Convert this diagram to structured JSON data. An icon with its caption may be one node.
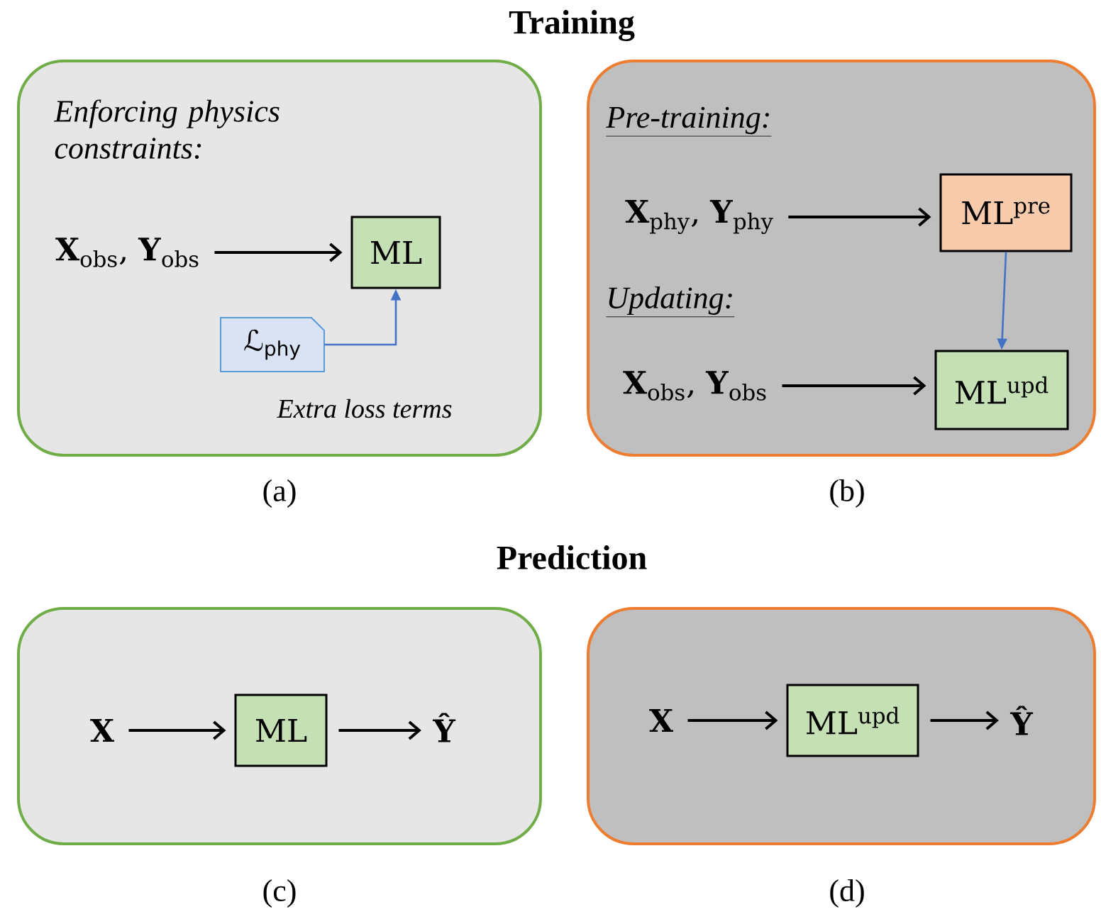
{
  "diagram": {
    "title": "Training",
    "nodes": [
      {
        "text": [
          "Enforcing physics constraints:"
        ],
        "beside": [
          "(a)"
        ]
      },
      {
        "text": [
          "**X**$_{obs}$, **Y**$_{obs}$"
        ],
        "in": 0
      },
      {
        "text": [
          "ML"
        ],
        "in": 0
      },
      {
        "text": [
          "ℒ$_{phy}$"
        ],
        "in": 0,
        "beside": [
          "Extra loss terms"
        ]
      },
      {
        "text": [
          "Pre-training:",
          "Updating:"
        ],
        "beside": [
          "(b)"
        ]
      },
      {
        "text": [
          "**X**$_{phy}$, **Y**$_{phy}$"
        ],
        "in": 4
      },
      {
        "text": [
          "ML$^{pre}$"
        ],
        "in": 4
      },
      {
        "text": [
          "**X**$_{obs}$, **Y**$_{obs}$"
        ],
        "in": 4
      },
      {
        "text": [
          "ML$^{upd}$"
        ],
        "in": 4
      },
      {
        "text": [],
        "shape": "box",
        "beside": [
          "(c)"
        ]
      },
      {
        "text": [
          "X"
        ],
        "in": 9
      },
      {
        "text": [
          "ML"
        ],
        "in": 9
      },
      {
        "text": [
          "Ŷ"
        ],
        "in": 9
      },
      {
        "text": [],
        "shape": "box",
        "beside": [
          "(d)"
        ]
      },
      {
        "text": [
          "X"
        ],
        "in": 13
      },
      {
        "text": [
          "ML$^{upd}$"
        ],
        "in": 13
      },
      {
        "text": [
          "Ŷ"
        ],
        "in": 13
      }
    ],
    "edges": [
      {
        "from": 1,
        "to": 2,
        "arrow": "to"
      },
      {
        "from": 3,
        "to": 2,
        "arrow": "to",
        "color": "#4472c4"
      },
      {
        "from": 5,
        "to": 6,
        "arrow": "to"
      },
      {
        "from": 6,
        "to": 8,
        "arrow": "to",
        "color": "#4472c4"
      },
      {
        "from": 7,
        "to": 8,
        "arrow": "to"
      },
      {
        "from": 10,
        "to": 11,
        "arrow": "to"
      },
      {
        "from": 11,
        "to": 12,
        "arrow": "to"
      },
      {
        "from": 14,
        "to": 15,
        "arrow": "to"
      },
      {
        "from": 15,
        "to": 16,
        "arrow": "to"
      }
    ],
    "labels": [
      "Prediction"
    ]
  }
}
